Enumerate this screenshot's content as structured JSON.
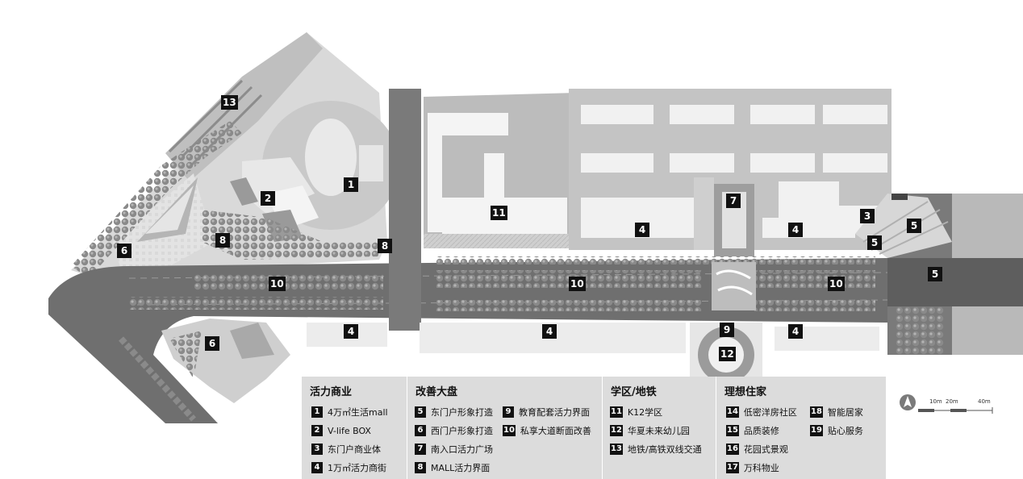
{
  "legend": {
    "columns": [
      {
        "title": "活力商业",
        "items": [
          {
            "num": "1",
            "label": "4万㎡生活mall"
          },
          {
            "num": "2",
            "label": "V-life BOX"
          },
          {
            "num": "3",
            "label": "东门户商业体"
          },
          {
            "num": "4",
            "label": "1万㎡活力商街"
          }
        ]
      },
      {
        "title": "改善大盘",
        "items": [
          {
            "num": "5",
            "label": "东门户形象打造"
          },
          {
            "num": "6",
            "label": "西门户形象打造"
          },
          {
            "num": "7",
            "label": "南入口活力广场"
          },
          {
            "num": "8",
            "label": "MALL活力界面"
          },
          {
            "num": "9",
            "label": "教育配套活力界面"
          },
          {
            "num": "10",
            "label": "私享大道断面改善"
          }
        ]
      },
      {
        "title": "学区/地铁",
        "items": [
          {
            "num": "11",
            "label": "K12学区"
          },
          {
            "num": "12",
            "label": "华夏未来幼儿园"
          },
          {
            "num": "13",
            "label": "地铁/高铁双线交通"
          }
        ]
      },
      {
        "title": "理想住家",
        "items": [
          {
            "num": "14",
            "label": "低密洋房社区"
          },
          {
            "num": "15",
            "label": "品质装修"
          },
          {
            "num": "16",
            "label": "花园式景观"
          },
          {
            "num": "17",
            "label": "万科物业"
          },
          {
            "num": "18",
            "label": "智能居家"
          },
          {
            "num": "19",
            "label": "贴心服务"
          }
        ]
      }
    ]
  },
  "map_markers": [
    {
      "id": "m13",
      "label": "13"
    },
    {
      "id": "m1",
      "label": "1"
    },
    {
      "id": "m2",
      "label": "2"
    },
    {
      "id": "m11",
      "label": "11"
    },
    {
      "id": "m7",
      "label": "7"
    },
    {
      "id": "m3",
      "label": "3"
    },
    {
      "id": "m5a",
      "label": "5"
    },
    {
      "id": "m4a",
      "label": "4"
    },
    {
      "id": "m4b",
      "label": "4"
    },
    {
      "id": "m5b",
      "label": "5"
    },
    {
      "id": "m8a",
      "label": "8"
    },
    {
      "id": "m8b",
      "label": "8"
    },
    {
      "id": "m6a",
      "label": "6"
    },
    {
      "id": "m5c",
      "label": "5"
    },
    {
      "id": "m10a",
      "label": "10"
    },
    {
      "id": "m10b",
      "label": "10"
    },
    {
      "id": "m10c",
      "label": "10"
    },
    {
      "id": "m4c",
      "label": "4"
    },
    {
      "id": "m4d",
      "label": "4"
    },
    {
      "id": "m9",
      "label": "9"
    },
    {
      "id": "m4e",
      "label": "4"
    },
    {
      "id": "m6b",
      "label": "6"
    },
    {
      "id": "m12",
      "label": "12"
    }
  ],
  "scale": {
    "labels": [
      "10m",
      "20m",
      "40m"
    ]
  },
  "colors": {
    "road": "#6f6f6f",
    "block": "#d4d4d4",
    "building": "#f2f2f2",
    "tree": "#8e8e8e",
    "legend_bg": "#dcdcdc",
    "marker_bg": "#111111"
  }
}
